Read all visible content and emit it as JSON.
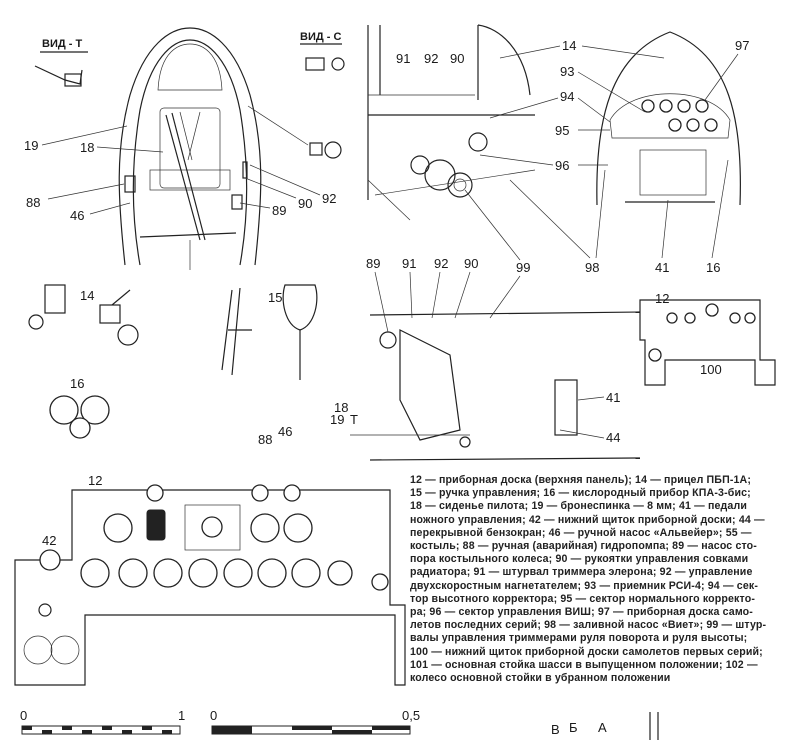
{
  "views": {
    "vid_t": "ВИД - Т",
    "vid_s": "ВИД - С"
  },
  "front_view_callouts": [
    "19",
    "18",
    "88",
    "46",
    "92",
    "90",
    "89"
  ],
  "detail_callouts": [
    "14",
    "15",
    "16"
  ],
  "side_view_top_callouts": [
    "91",
    "92",
    "90",
    "14",
    "93",
    "94",
    "95",
    "96",
    "97",
    "98",
    "41",
    "16"
  ],
  "side_view_bottom_callouts": [
    "89",
    "91",
    "92",
    "90",
    "99",
    "41",
    "44",
    "18",
    "19",
    "46",
    "88",
    "T"
  ],
  "panel_callouts": [
    "12",
    "100",
    "12",
    "42"
  ],
  "scale_bars": {
    "bar1_start": "0",
    "bar1_end": "1",
    "bar2_start": "0",
    "bar2_end": "0,5"
  },
  "section_marks": [
    "В",
    "Б",
    "А"
  ],
  "caption_lines": [
    "12 — приборная доска (верхняя панель); 14 — прицел ПБП-1А;",
    "15 — ручка управления; 16 — кислородный прибор КПА-3-бис;",
    "18 — сиденье пилота; 19 — бронеспинка — 8 мм; 41 — педали",
    "ножного управления; 42 — нижний щиток приборной доски; 44 —",
    "перекрывной бензокран; 46 — ручной насос «Альвейер»; 55 —",
    "костыль; 88 — ручная (аварийная) гидропомпа; 89 — насос сто-",
    "пора костыльного колеса; 90 — рукоятки управления совками",
    "радиатора; 91 — штурвал триммера элерона; 92 — управление",
    "двухскоростным нагнетателем; 93 — приемник РСИ-4; 94 — сек-",
    "тор высотного корректора; 95 — сектор нормального корректо-",
    "ра; 96 — сектор управления ВИШ; 97 — приборная доска само-",
    "летов последних серий; 98 — заливной насос «Виет»; 99 — штур-",
    "валы управления триммерами руля поворота и руля высоты;",
    "100 — нижний щиток приборной доски самолетов первых серий;",
    "101 — основная стойка шасси в выпущенном положении; 102 —",
    "колесо основной стойки в убранном положении"
  ]
}
